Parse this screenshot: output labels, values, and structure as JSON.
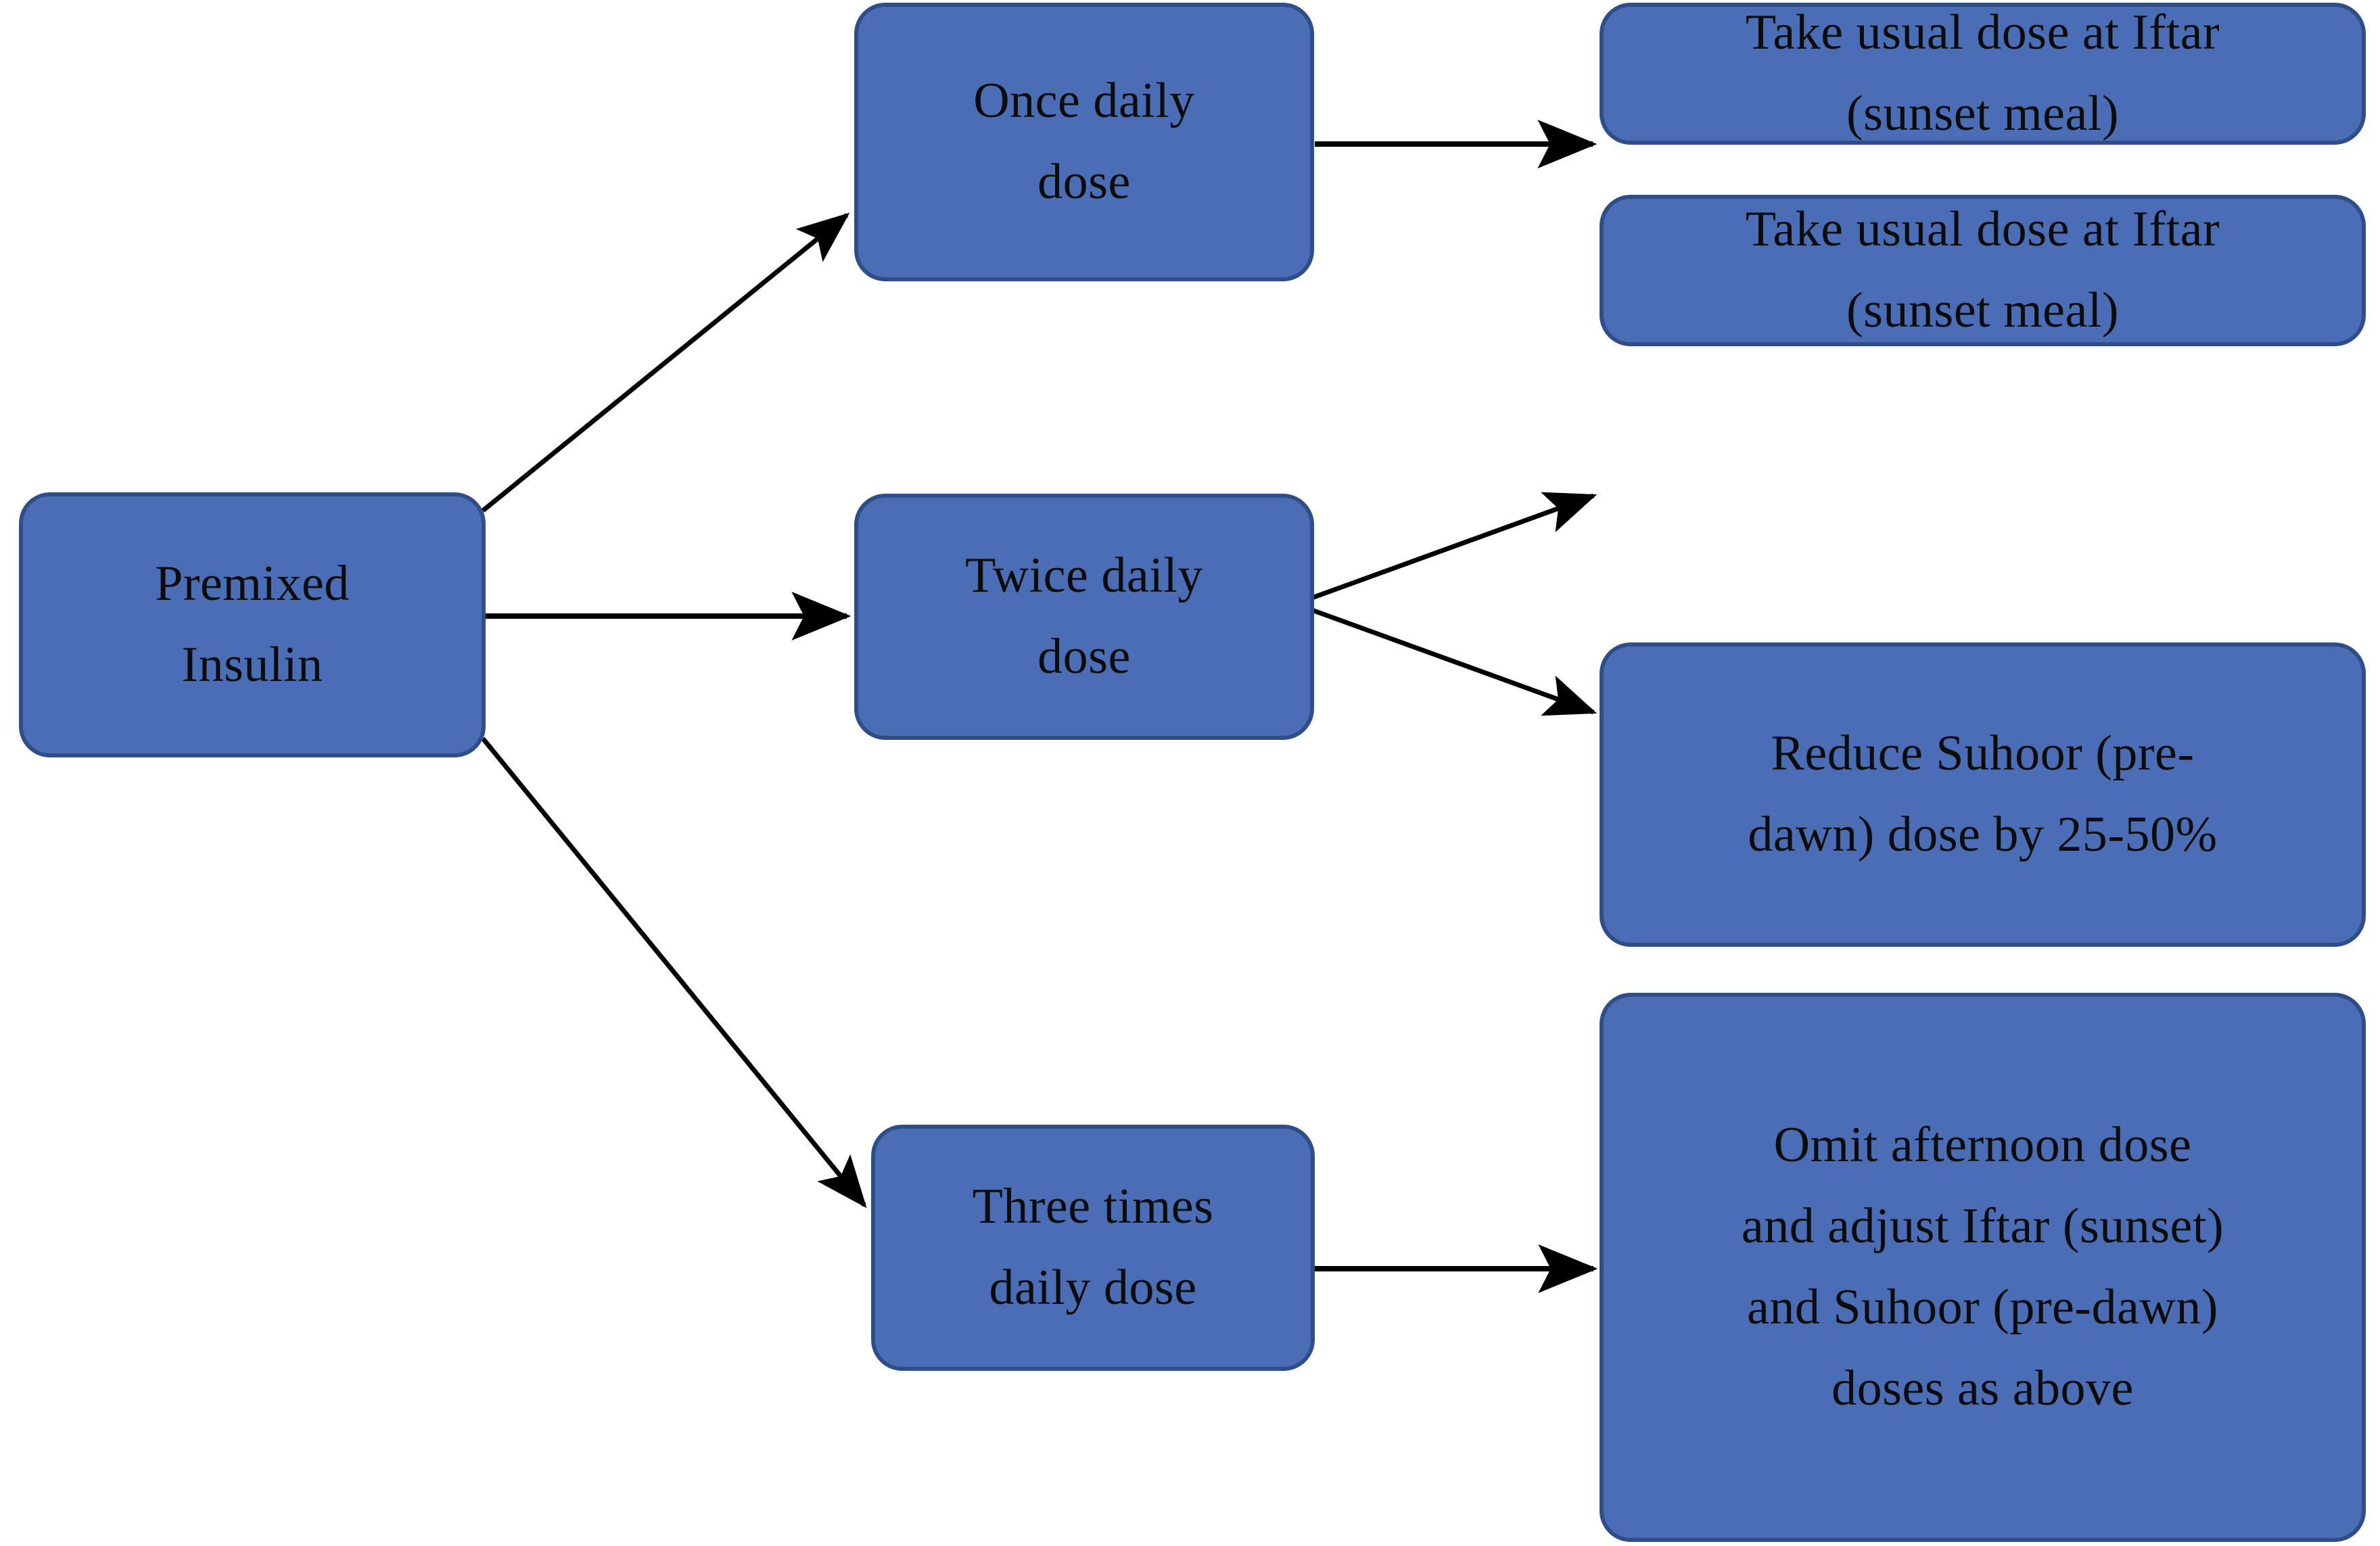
{
  "diagram": {
    "title": "Premixed Insulin Ramadan dose adjustment flowchart",
    "colors": {
      "node_fill": "#4a6db5",
      "node_border": "#2f4e89",
      "text": "#0c0c0c",
      "edge": "#000000",
      "background": "#ffffff"
    },
    "nodes": {
      "root": {
        "id": "premixed-insulin",
        "lines": [
          "Premixed",
          "Insulin"
        ]
      },
      "once_daily": {
        "id": "once-daily-dose",
        "lines": [
          "Once daily",
          "dose"
        ]
      },
      "twice_daily": {
        "id": "twice-daily-dose",
        "lines": [
          "Twice daily",
          "dose"
        ]
      },
      "three_times_daily": {
        "id": "three-times-daily-dose",
        "lines": [
          "Three times",
          "daily dose"
        ]
      },
      "out_once_iftar": {
        "id": "take-usual-dose-at-iftar-1",
        "lines": [
          "Take usual dose at Iftar",
          "(sunset meal)"
        ]
      },
      "out_twice_iftar": {
        "id": "take-usual-dose-at-iftar-2",
        "lines": [
          "Take usual dose at Iftar",
          "(sunset meal)"
        ]
      },
      "out_suhoor_reduce": {
        "id": "reduce-suhoor-dose",
        "lines": [
          "Reduce Suhoor (pre-",
          "dawn) dose by 25-50%"
        ]
      },
      "out_three_adjust": {
        "id": "omit-afternoon-dose",
        "lines": [
          "Omit afternoon dose",
          "and adjust Iftar (sunset)",
          "and Suhoor (pre-dawn)",
          "doses as above"
        ]
      }
    },
    "edges": [
      {
        "id": "root-to-once",
        "from": "premixed-insulin",
        "to": "once-daily-dose",
        "style": "arrow-diagonal-up"
      },
      {
        "id": "root-to-twice",
        "from": "premixed-insulin",
        "to": "twice-daily-dose",
        "style": "arrow-horizontal"
      },
      {
        "id": "root-to-three",
        "from": "premixed-insulin",
        "to": "three-times-daily-dose",
        "style": "arrow-diagonal-down"
      },
      {
        "id": "once-to-iftar",
        "from": "once-daily-dose",
        "to": "take-usual-dose-at-iftar-1",
        "style": "arrow-horizontal"
      },
      {
        "id": "twice-to-iftar",
        "from": "twice-daily-dose",
        "to": "take-usual-dose-at-iftar-2",
        "style": "arrow-diagonal-up"
      },
      {
        "id": "twice-to-suhoor",
        "from": "twice-daily-dose",
        "to": "reduce-suhoor-dose",
        "style": "arrow-diagonal-down"
      },
      {
        "id": "three-to-adjust",
        "from": "three-times-daily-dose",
        "to": "omit-afternoon-dose",
        "style": "arrow-horizontal"
      }
    ]
  }
}
